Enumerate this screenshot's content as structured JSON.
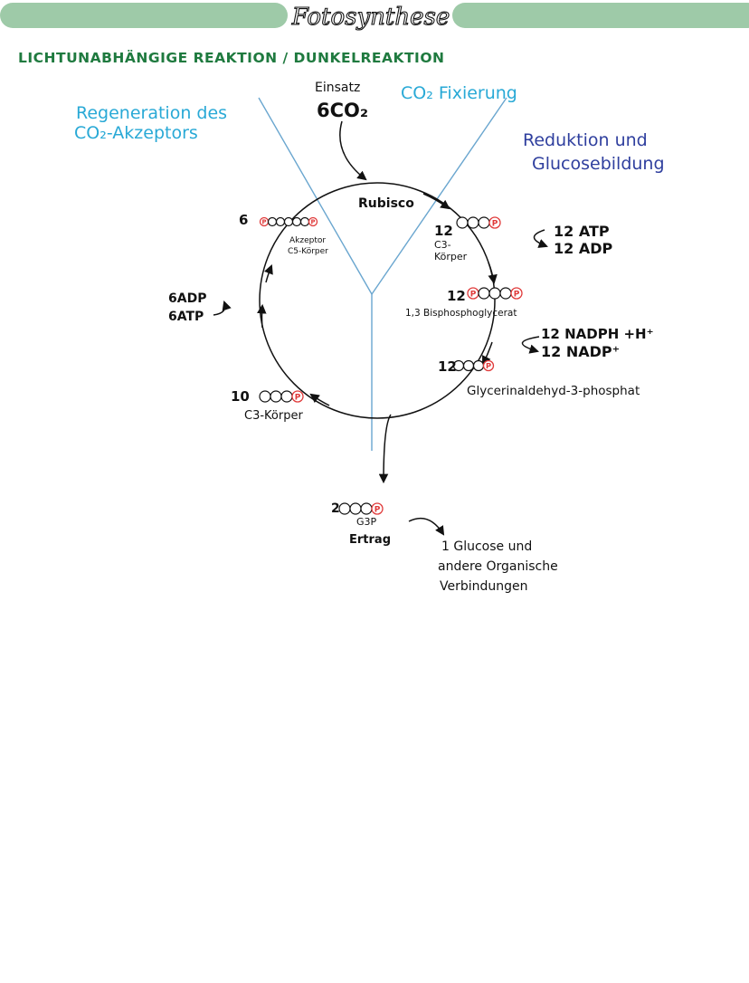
{
  "title": "Fotosynthese",
  "subtitle": "LICHTUNABHÄNGIGE REAKTION / DUNKELREAKTION",
  "colors": {
    "banner": "#9ecaa8",
    "subtitle": "#1f7a3f",
    "phase_regeneration": "#29a9d6",
    "phase_fixation": "#29a9d6",
    "phase_reduction": "#2f3f9e",
    "lines": "#6aa6cf",
    "phosphate": "#e03a3a",
    "ink": "#111111"
  },
  "phases": {
    "regeneration": [
      "Regeneration des",
      "CO₂-Akzeptors"
    ],
    "fixation": "CO₂ Fixierung",
    "reduction": [
      "Reduktion und",
      "Glucosebildung"
    ]
  },
  "input": {
    "label": "Einsatz",
    "value": "6CO₂"
  },
  "enzyme": "Rubisco",
  "compounds": {
    "c3_12": {
      "count": "12",
      "name": [
        "C3-",
        "Körper"
      ]
    },
    "bpg": {
      "count": "12",
      "name": "1,3 Bisphosphoglycerat"
    },
    "g3p_12": {
      "count": "12",
      "name": "Glycerinaldehyd-3-phosphat"
    },
    "c3_10": {
      "count": "10",
      "name": "C3-Körper"
    },
    "acceptor": {
      "count": "6",
      "name": [
        "Akzeptor",
        "C5-Körper"
      ]
    }
  },
  "cofactors": {
    "atp_in": "12 ATP",
    "adp_out": "12 ADP",
    "nadph_in": "12 NADPH +H⁺",
    "nadp_out": "12 NADP⁺",
    "adp_regen": "6ADP",
    "atp_regen": "6ATP"
  },
  "output": {
    "count": "2",
    "name": "G3P",
    "label": "Ertrag",
    "product": [
      "1 Glucose und",
      "andere Organische",
      "Verbindungen"
    ]
  },
  "phosphate_symbol": "P"
}
